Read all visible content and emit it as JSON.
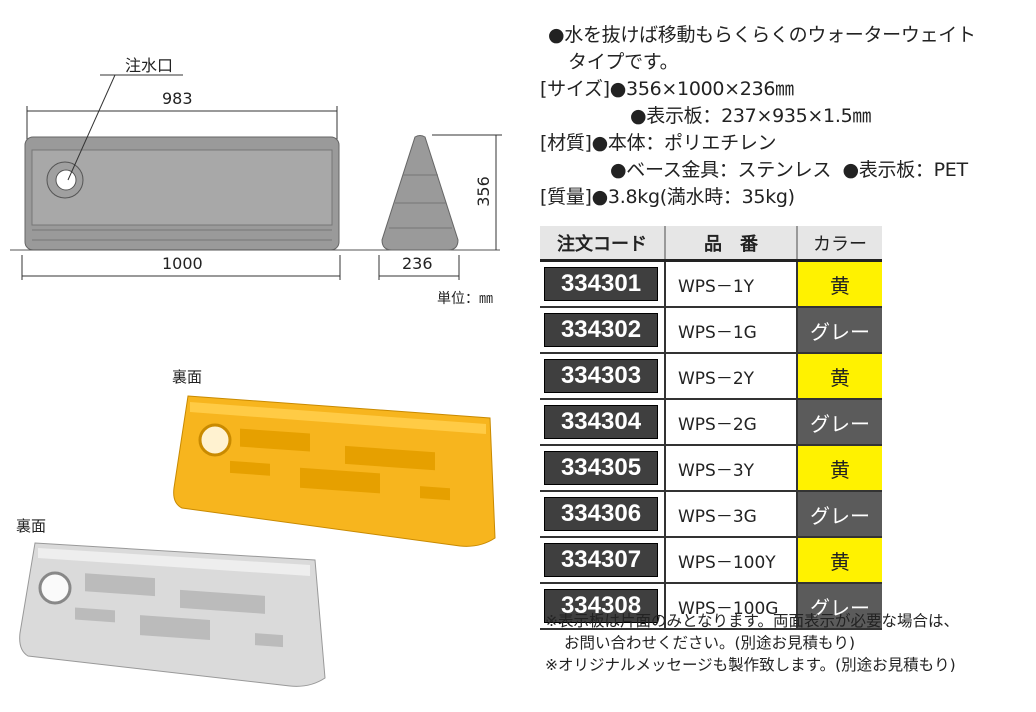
{
  "spec": {
    "feature_line1": "●水を抜けば移動もらくらくのウォーターウェイト",
    "feature_line2": "タイプです。",
    "size_label": "[サイズ]",
    "size_value": "●356×1000×236㎜",
    "board_size": "●表示板：237×935×1.5㎜",
    "material_label": "[材質]",
    "material_body": "●本体：ポリエチレン",
    "material_base": "●ベース金具：ステンレス",
    "material_board": "●表示板：PET",
    "weight_label": "[質量]",
    "weight_value": "●3.8kg(満水時：35kg)"
  },
  "table": {
    "headers": [
      "注文コード",
      "品　番",
      "カラー"
    ],
    "rows": [
      {
        "code": "334301",
        "part": "WPS－1Y",
        "color": "黄"
      },
      {
        "code": "334302",
        "part": "WPS－1G",
        "color": "グレー"
      },
      {
        "code": "334303",
        "part": "WPS－2Y",
        "color": "黄"
      },
      {
        "code": "334304",
        "part": "WPS－2G",
        "color": "グレー"
      },
      {
        "code": "334305",
        "part": "WPS－3Y",
        "color": "黄"
      },
      {
        "code": "334306",
        "part": "WPS－3G",
        "color": "グレー"
      },
      {
        "code": "334307",
        "part": "WPS－100Y",
        "color": "黄"
      },
      {
        "code": "334308",
        "part": "WPS－100G",
        "color": "グレー"
      }
    ]
  },
  "colors": {
    "yellow": "#fff200",
    "gray": "#5b5b5b",
    "code_bg": "#3f3f3f"
  },
  "notes": {
    "note1_line1": "※表示板は片面のみとなります。両面表示が必要な場合は、",
    "note1_line2": "お問い合わせください。(別途お見積もり)",
    "note2": "※オリジナルメッセージも製作致します。(別途お見積もり)"
  },
  "drawing": {
    "inlet_label": "注水口",
    "dim_top": "983",
    "dim_bottom": "1000",
    "dim_side_width": "236",
    "dim_height": "356",
    "unit": "単位：㎜"
  },
  "photos": {
    "yellow_label": "裏面",
    "gray_label": "裏面"
  }
}
